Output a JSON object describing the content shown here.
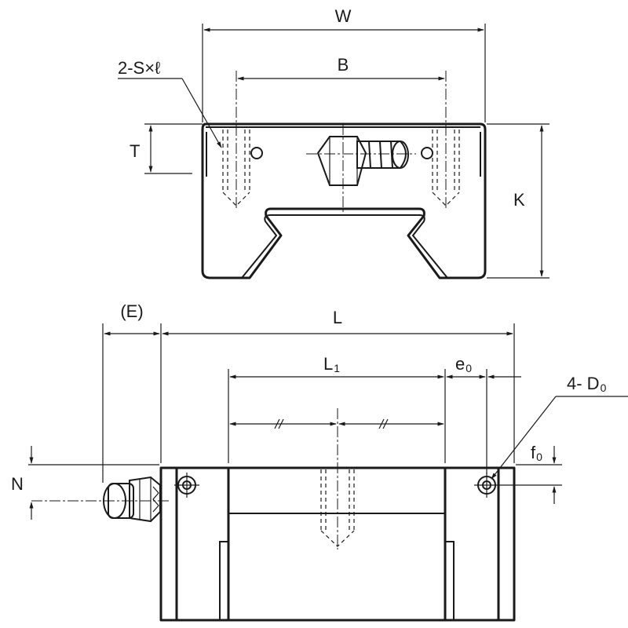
{
  "labels": {
    "W": "W",
    "B": "B",
    "screw": "2-S×ℓ",
    "T": "T",
    "K": "K",
    "E": "(E)",
    "L": "L",
    "L1_main": "L",
    "L1_sub": "1",
    "e0_main": "e",
    "e0_sub": "0",
    "D0_main": "4- D",
    "D0_sub": "0",
    "f0_main": "f",
    "f0_sub": "0",
    "N": "N"
  }
}
